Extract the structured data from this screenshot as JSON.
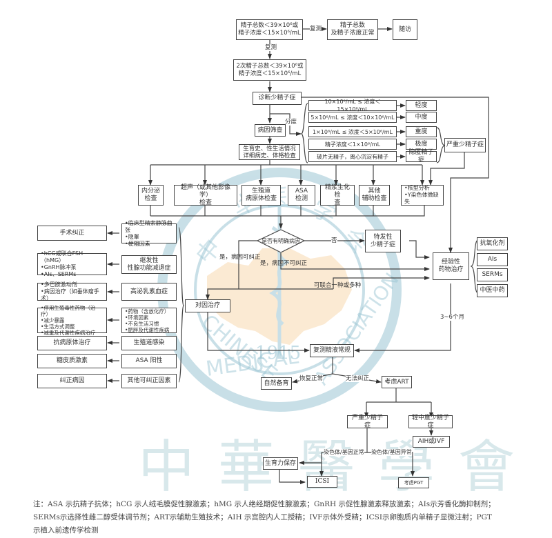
{
  "watermark": {
    "seal_text_top": "中 华 医 学 会",
    "seal_text_bottom": "CHINESE MEDICAL ASSOCIATION",
    "seal_year": "1915",
    "calligraphy": "中 華 醫 學 會",
    "seal_color": "#9cc6d4",
    "map_color": "#f9d9b0"
  },
  "flow": {
    "start": [
      "精子总数＜39×10⁶或",
      "精子浓度＜15×10⁶/mL"
    ],
    "retest_label_1": "复测",
    "normal": [
      "精子总数",
      "及精子浓度正常"
    ],
    "followup": "随访",
    "retest_label_2": "复测",
    "second": [
      "2次精子总数＜39×10⁶或",
      "精子浓度＜15×10⁶/mL"
    ],
    "diagnosis": "诊断少精子症",
    "grading_label": "分度",
    "grades": [
      {
        "criterion": "10×10⁶/mL ≤ 浓度＜15×10⁶/mL",
        "degree": "轻度"
      },
      {
        "criterion": "5×10⁶/mL ≤ 浓度＜10×10⁶/mL",
        "degree": "中度"
      },
      {
        "criterion": "1×10⁶/mL ≤ 浓度＜5×10⁶/mL",
        "degree": "重度"
      },
      {
        "criterion": "精子浓度＜1×10⁶/mL",
        "degree": "极度"
      },
      {
        "criterion": "玻片无精子，离心沉淀有精子",
        "degree": "隐匿精子症"
      }
    ],
    "severe": "严重少精子症",
    "screening": "病因筛查",
    "history": [
      "生育史、性生活情况",
      "详细病史、体格检查"
    ],
    "exams": [
      [
        "内分泌",
        "检查"
      ],
      [
        "超声（或其他影像学）",
        "检查"
      ],
      [
        "生殖道",
        "病原体检查"
      ],
      [
        "ASA",
        "检测"
      ],
      [
        "精浆生化检",
        "查"
      ],
      [
        "其他",
        "辅助检查"
      ]
    ],
    "genetic": [
      "•核型分析",
      "•Y染色体微缺失"
    ],
    "decision": "是否有明确病因",
    "no_label": "否",
    "yes_correctable": "是，病因可纠正",
    "yes_uncorrectable": "是，病因不可纠正",
    "idiopathic": [
      "特发性",
      "少精子症"
    ],
    "combine_label": "可联合一种或多种",
    "empiric": [
      "经验性",
      "药物治疗"
    ],
    "empiric_drugs": [
      "抗氧化剂",
      "AIs",
      "SERMs",
      "中医中药"
    ],
    "duration": "3~6个月",
    "causal": "对因治疗",
    "causes": [
      {
        "cause": [
          "•临床型精索静脉曲张",
          "•隐睾",
          "•梗阻因素"
        ],
        "treatment": [
          "手术纠正"
        ]
      },
      {
        "cause": [
          "继发性",
          "性腺功能减退症"
        ],
        "treatment": [
          "•hCG或联合FSH（hMG）",
          "•GnRH脉冲泵",
          "•AIs、SERMs"
        ]
      },
      {
        "cause": [
          "高泌乳素血症"
        ],
        "treatment": [
          "•多巴胺激动剂",
          "•病因治疗（如垂体瘤手术）"
        ]
      },
      {
        "cause": [
          "•药物（含放化疗）",
          "•环境因素",
          "•不良生活习惯",
          "•肥胖及代谢性疾病"
        ],
        "treatment": [
          "•停用生殖毒性药物（治疗）",
          "•减少暴露",
          "•生活方式调整",
          "•减重及代谢性疾病治疗"
        ]
      },
      {
        "cause": [
          "生殖道感染"
        ],
        "treatment": [
          "抗病原体治疗"
        ]
      },
      {
        "cause": [
          "ASA  阳性"
        ],
        "treatment": [
          "糖皮质激素"
        ]
      },
      {
        "cause": [
          "其他可纠正因素"
        ],
        "treatment": [
          "纠正病因"
        ]
      }
    ],
    "retest_semen": "复测精液常规",
    "recovered_label": "恢复正常",
    "uncorrectable_label": "无法纠正",
    "natural": "自然备育",
    "consider_art": "考虑ART",
    "severe_oligo": "严重少精子症",
    "mild_moderate": "轻中度少精子症",
    "aih_ivf": "AIH或IVF",
    "chrom_normal": "染色体/基因正常",
    "chrom_abnormal": "染色体/基因异常",
    "fertility_preservation": "生育力保存",
    "icsi": "ICSI",
    "pgt": "考虑PGT"
  },
  "note": {
    "line1": "注：ASA 示抗精子抗体；hCG 示人绒毛膜促性腺激素；hMG 示人绝经期促性腺激素；GnRH 示促性腺激素释放激素；AIs示芳香化酶抑制剂；",
    "line2": "SERMs示选择性雌二醇受体调节剂；ART示辅助生殖技术；AIH 示宫腔内人工授精；IVF示体外受精；ICSI示卵胞质内单精子显微注射；PGT",
    "line3": "示植入前遗传学检测"
  }
}
